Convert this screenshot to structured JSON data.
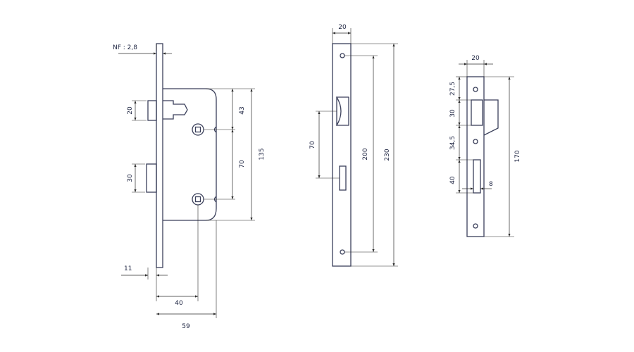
{
  "lock_body": {
    "faceplate_thickness": "NF : 2,8",
    "latch_height": "20",
    "bolt_height": "30",
    "upper_spacing": "43",
    "hole_spacing": "70",
    "body_height": "135",
    "faceplate_offset": "11",
    "backset": "40",
    "body_depth": "59"
  },
  "faceplate": {
    "width": "20",
    "opening_height": "70",
    "hole_spacing": "200",
    "length": "230"
  },
  "strike_plate": {
    "width": "20",
    "top_offset": "27,5",
    "latch_opening": "30",
    "middle_spacing": "34,5",
    "bolt_opening": "40",
    "bolt_depth": "8",
    "length": "170"
  }
}
